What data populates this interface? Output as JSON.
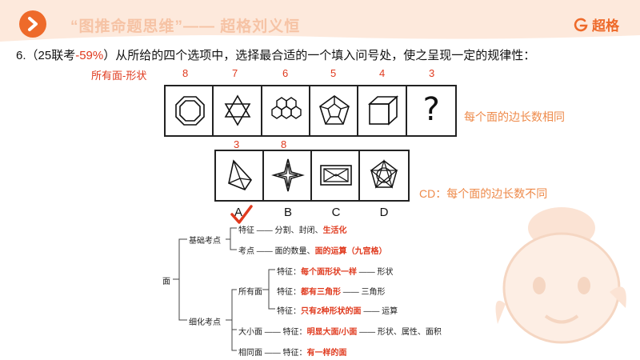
{
  "header": {
    "title": "“图推命题思维”—— 超格刘义恒",
    "brand_name": "超格",
    "play_icon": "chevron-right-icon",
    "brand_icon": "brand-g-icon",
    "accent_color": "#ee6a2a"
  },
  "question": {
    "number": "6.",
    "source_open": "（25联考",
    "pct": "-59%",
    "text": "）从所给的四个选项中，选择最合适的一个填入问号处，使之呈现一定的规律性：",
    "pct_color": "#e03a1e"
  },
  "annotations": {
    "rule_label": "所有面-形状",
    "row1_counts": [
      "8",
      "7",
      "6",
      "5",
      "4",
      "3"
    ],
    "row2_counts": [
      "3",
      "8"
    ],
    "row1_note": "每个面的边长数相同",
    "row2_note": "CD：每个面的边长数不同"
  },
  "figures": {
    "row1": [
      "octagon-figure",
      "star-of-david-figure",
      "three-hexagons-figure",
      "pentagon-figure",
      "cube-figure",
      "question-mark"
    ],
    "question_mark": "?",
    "options": [
      "A",
      "B",
      "C",
      "D"
    ],
    "answer_mark": "checkmark-icon"
  },
  "mindmap": {
    "root": "面",
    "basic": {
      "label": "基础考点",
      "feature_prefix": "特征 —— 分割、封闭、",
      "feature_red": "生活化",
      "point_prefix": "考点 —— 面的数量、",
      "point_red": "面的运算",
      "point_suffix": "（九宫格）"
    },
    "detail": {
      "label": "细化考点",
      "all_faces": {
        "label": "所有面",
        "items": [
          {
            "prefix": "特征：",
            "red": "每个面形状一样",
            "suffix": "—— 形状"
          },
          {
            "prefix": "特征：",
            "red": "都有三角形",
            "suffix": "—— 三角形"
          },
          {
            "prefix": "特征：",
            "red": "只有2种形状的面",
            "suffix": "—— 运算"
          }
        ]
      },
      "big_small": {
        "label": "大小面 —— 特征：",
        "red": "明显大面/小面",
        "suffix": "—— 形状、属性、面积"
      },
      "same": {
        "label": "相同面 —— 特征：",
        "red": "有一样的面",
        "suffix": ""
      }
    }
  }
}
